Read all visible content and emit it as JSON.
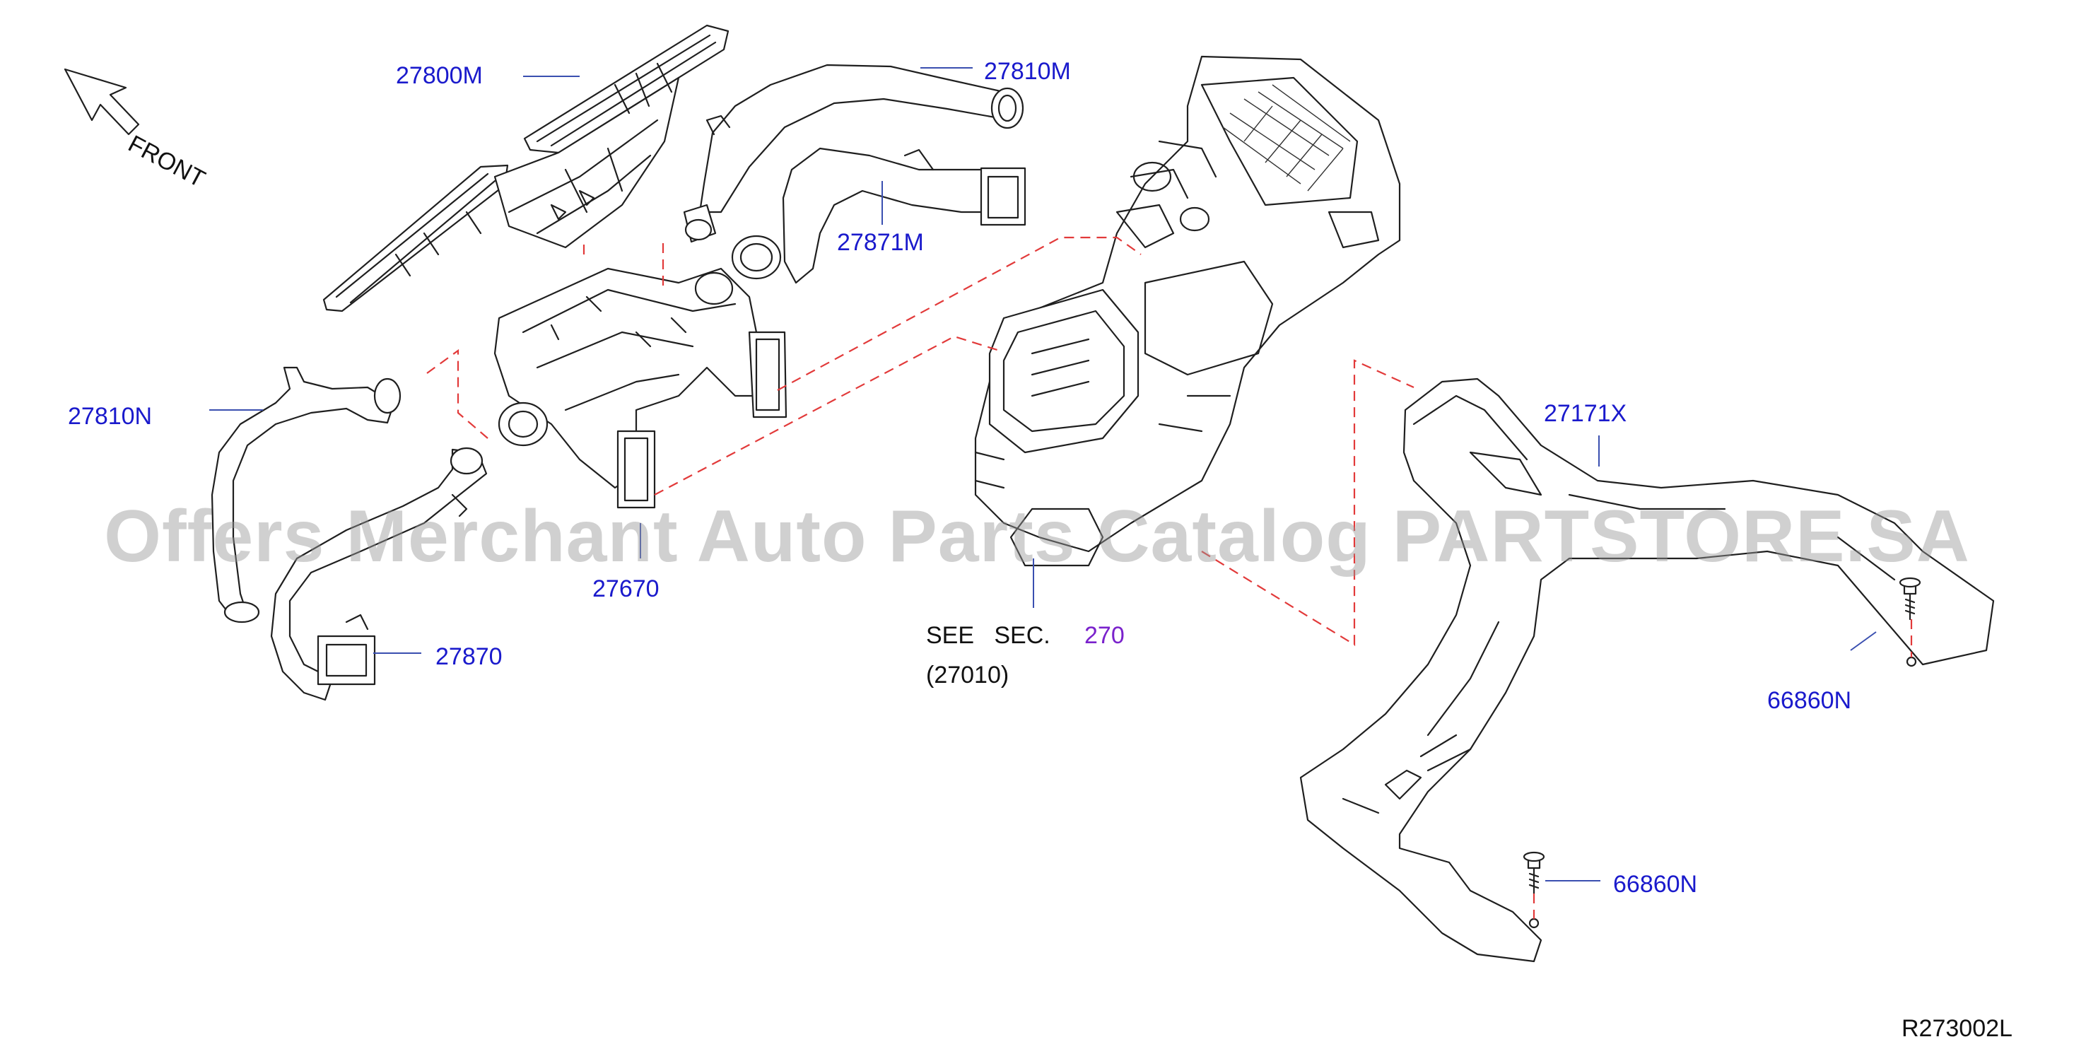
{
  "direction": {
    "label": "FRONT"
  },
  "parts": {
    "p27800M": "27800M",
    "p27810M": "27810M",
    "p27871M": "27871M",
    "p27810N": "27810N",
    "p27670": "27670",
    "p27870": "27870",
    "p27171X": "27171X",
    "p66860N_a": "66860N",
    "p66860N_b": "66860N"
  },
  "reference": {
    "see_sec_prefix": "SEE   SEC.",
    "section": "270",
    "subsection": "(27010)"
  },
  "diagram_code": "R273002L",
  "watermark": "Offers Merchant Auto Parts Catalog PARTSTORE.SA",
  "colors": {
    "part_label": "#1a1acc",
    "section_link": "#7a22cc",
    "dash_line": "#e23a3a",
    "line_art": "#1f1f1f",
    "watermark": "#969696"
  }
}
